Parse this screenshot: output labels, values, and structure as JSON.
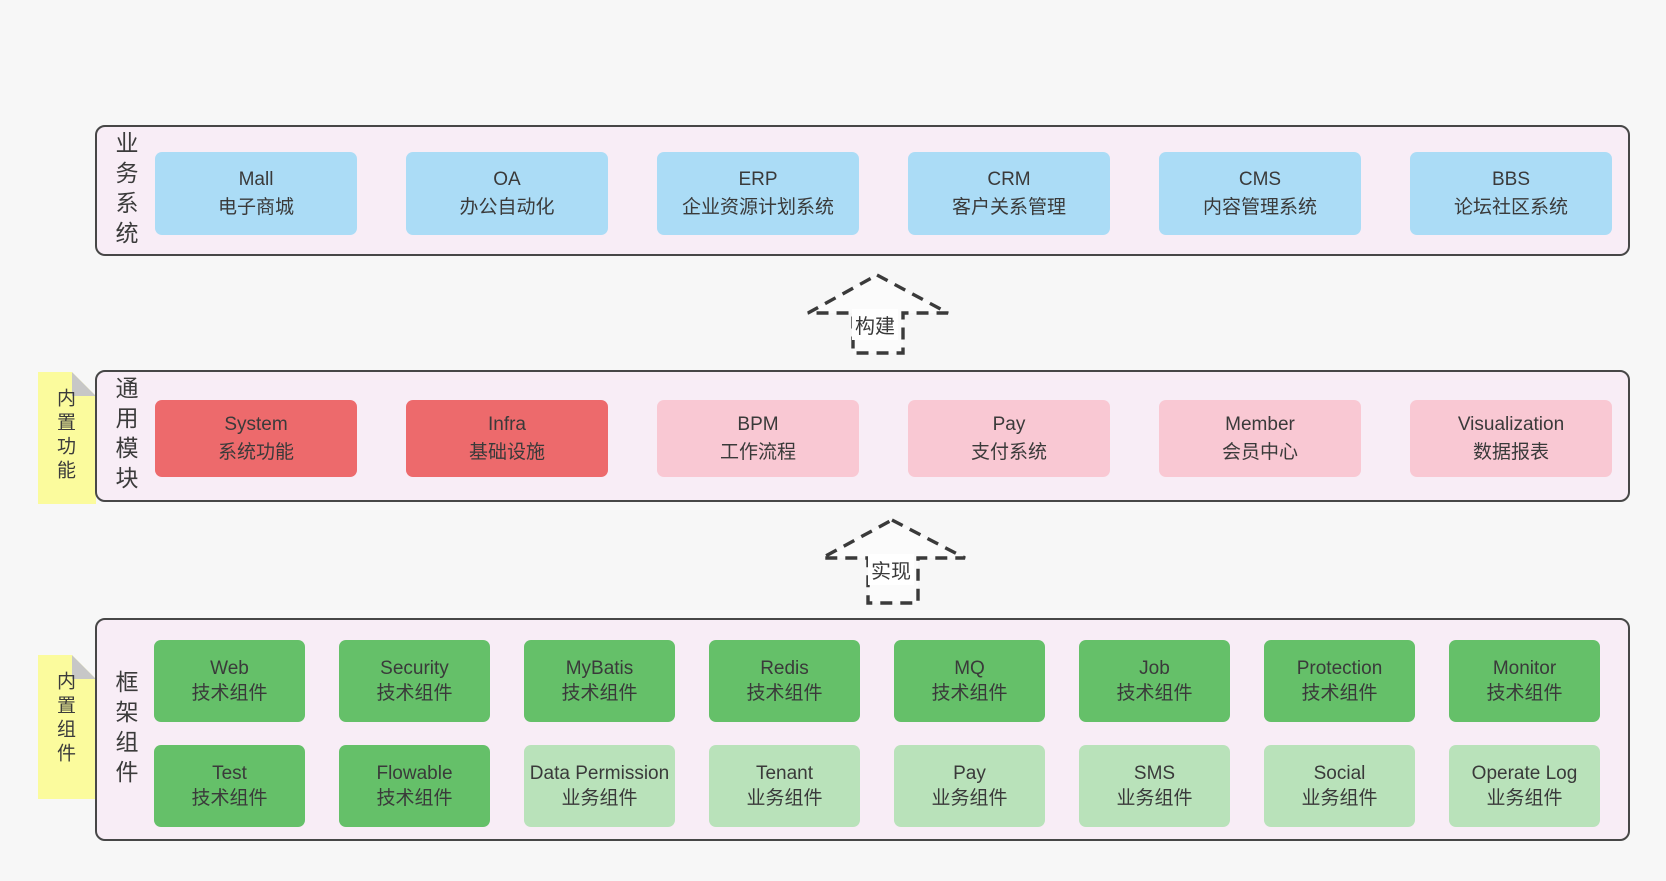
{
  "colors": {
    "page_bg": "#f7f7f7",
    "band_bg": "#f8edf6",
    "band_border": "#474747",
    "blue_box": "#abdcf6",
    "red_box": "#ed6a6c",
    "pink_box": "#f9c8d3",
    "green_box": "#65c069",
    "light_green_box": "#b9e2ba",
    "sticky_yellow": "#fbfb9d",
    "sticky_fold_gray": "#c7c7c7",
    "text": "#3a3a3a"
  },
  "arrows": {
    "build": "构建",
    "implement": "实现"
  },
  "bands": {
    "business": {
      "label": "业务系统",
      "boxes": [
        {
          "name": "Mall",
          "desc": "电子商城"
        },
        {
          "name": "OA",
          "desc": "办公自动化"
        },
        {
          "name": "ERP",
          "desc": "企业资源计划系统"
        },
        {
          "name": "CRM",
          "desc": "客户关系管理"
        },
        {
          "name": "CMS",
          "desc": "内容管理系统"
        },
        {
          "name": "BBS",
          "desc": "论坛社区系统"
        }
      ]
    },
    "modules": {
      "label": "通用模块",
      "sticky": "内置功能",
      "boxes": [
        {
          "name": "System",
          "desc": "系统功能",
          "variant": "red"
        },
        {
          "name": "Infra",
          "desc": "基础设施",
          "variant": "red"
        },
        {
          "name": "BPM",
          "desc": "工作流程",
          "variant": "pink"
        },
        {
          "name": "Pay",
          "desc": "支付系统",
          "variant": "pink"
        },
        {
          "name": "Member",
          "desc": "会员中心",
          "variant": "pink"
        },
        {
          "name": "Visualization",
          "desc": "数据报表",
          "variant": "pink"
        }
      ]
    },
    "components": {
      "label": "框架组件",
      "sticky": "内置组件",
      "row1": [
        {
          "name": "Web",
          "desc": "技术组件",
          "variant": "tech"
        },
        {
          "name": "Security",
          "desc": "技术组件",
          "variant": "tech"
        },
        {
          "name": "MyBatis",
          "desc": "技术组件",
          "variant": "tech"
        },
        {
          "name": "Redis",
          "desc": "技术组件",
          "variant": "tech"
        },
        {
          "name": "MQ",
          "desc": "技术组件",
          "variant": "tech"
        },
        {
          "name": "Job",
          "desc": "技术组件",
          "variant": "tech"
        },
        {
          "name": "Protection",
          "desc": "技术组件",
          "variant": "tech"
        },
        {
          "name": "Monitor",
          "desc": "技术组件",
          "variant": "tech"
        }
      ],
      "row2": [
        {
          "name": "Test",
          "desc": "技术组件",
          "variant": "tech"
        },
        {
          "name": "Flowable",
          "desc": "技术组件",
          "variant": "tech"
        },
        {
          "name": "Data Permission",
          "desc": "业务组件",
          "variant": "biz"
        },
        {
          "name": "Tenant",
          "desc": "业务组件",
          "variant": "biz"
        },
        {
          "name": "Pay",
          "desc": "业务组件",
          "variant": "biz"
        },
        {
          "name": "SMS",
          "desc": "业务组件",
          "variant": "biz"
        },
        {
          "name": "Social",
          "desc": "业务组件",
          "variant": "biz"
        },
        {
          "name": "Operate Log",
          "desc": "业务组件",
          "variant": "biz"
        }
      ]
    }
  }
}
